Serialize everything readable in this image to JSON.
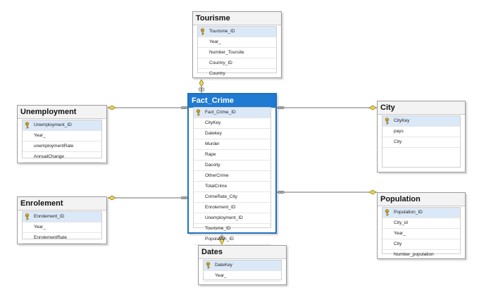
{
  "tables": {
    "tourisme": {
      "title": "Tourisme",
      "fields": [
        "Tourisme_ID",
        "Year_",
        "Number_Toursite",
        "Country_ID",
        "Country"
      ],
      "pk": 0
    },
    "unemployment": {
      "title": "Unemployment",
      "fields": [
        "Unemployment_ID",
        "Year_",
        "unemploymentRate",
        "AnnualChange"
      ],
      "pk": 0
    },
    "fact_crime": {
      "title": "Fact_Crime",
      "fields": [
        "Fact_Crime_ID",
        "CityKey",
        "Datekey",
        "Murder",
        "Rape",
        "Dacoity",
        "OtherCrime",
        "TotalCrime",
        "CrimeRate_City",
        "Enrolement_ID",
        "Unemployment_ID",
        "Tourisme_ID",
        "Population_ID"
      ],
      "pk": 0
    },
    "city": {
      "title": "City",
      "fields": [
        "CityKey",
        "pays",
        "City"
      ],
      "pk": 0
    },
    "enrolement": {
      "title": "Enrolement",
      "fields": [
        "Enrolement_ID",
        "Year_",
        "EnrolementRate"
      ],
      "pk": 0
    },
    "population": {
      "title": "Population",
      "fields": [
        "Population_ID",
        "City_id",
        "Year_",
        "City",
        "Number_population"
      ],
      "pk": 0
    },
    "dates": {
      "title": "Dates",
      "fields": [
        "DateKey",
        "Year_"
      ],
      "pk": 0
    }
  },
  "colors": {
    "selected_header": "#1f7ad1",
    "connector": "#8c8c8c",
    "key_icon": "#c9a227"
  }
}
